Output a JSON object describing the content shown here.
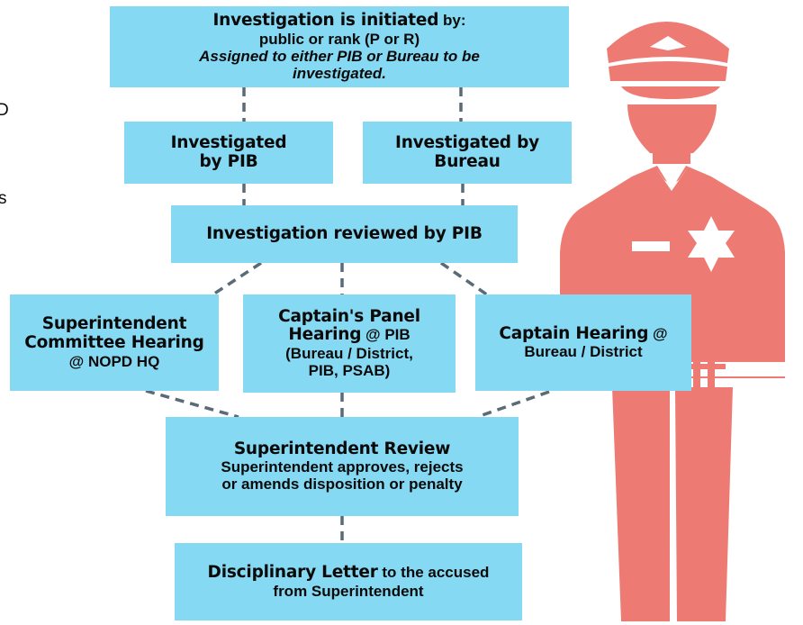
{
  "colors": {
    "box_fill": "#86d9f3",
    "officer": "#ee7b73",
    "connector": "#5a6b78"
  },
  "icon": "police-officer-icon",
  "edge_fragments": [
    "D",
    "s"
  ],
  "nodes": {
    "initiated": {
      "title": "Investigation is initiated",
      "title_suffix": " by:",
      "line2": "public or rank (P or R)",
      "line3": "Assigned to either PIB or Bureau to be",
      "line4": "investigated."
    },
    "pib": {
      "line1": "Investigated",
      "line2": "by PIB"
    },
    "bureau": {
      "line1": "Investigated by",
      "line2": "Bureau"
    },
    "reviewed": {
      "line1": "Investigation reviewed by PIB"
    },
    "committee": {
      "line1": "Superintendent",
      "line2": "Committee Hearing",
      "line3": "@ NOPD HQ"
    },
    "panel": {
      "line1": "Captain's Panel",
      "line2": "Hearing",
      "line2_suffix": " @ PIB",
      "line3": "(Bureau / District,",
      "line4": "PIB, PSAB)"
    },
    "captain": {
      "line1": "Captain Hearing",
      "line1_suffix": " @",
      "line2": "Bureau / District"
    },
    "review": {
      "title": "Superintendent Review",
      "line2": "Superintendent approves, rejects",
      "line3": "or amends disposition or penalty"
    },
    "letter": {
      "title": "Disciplinary Letter",
      "title_suffix": " to the accused",
      "line2": "from Superintendent"
    }
  }
}
